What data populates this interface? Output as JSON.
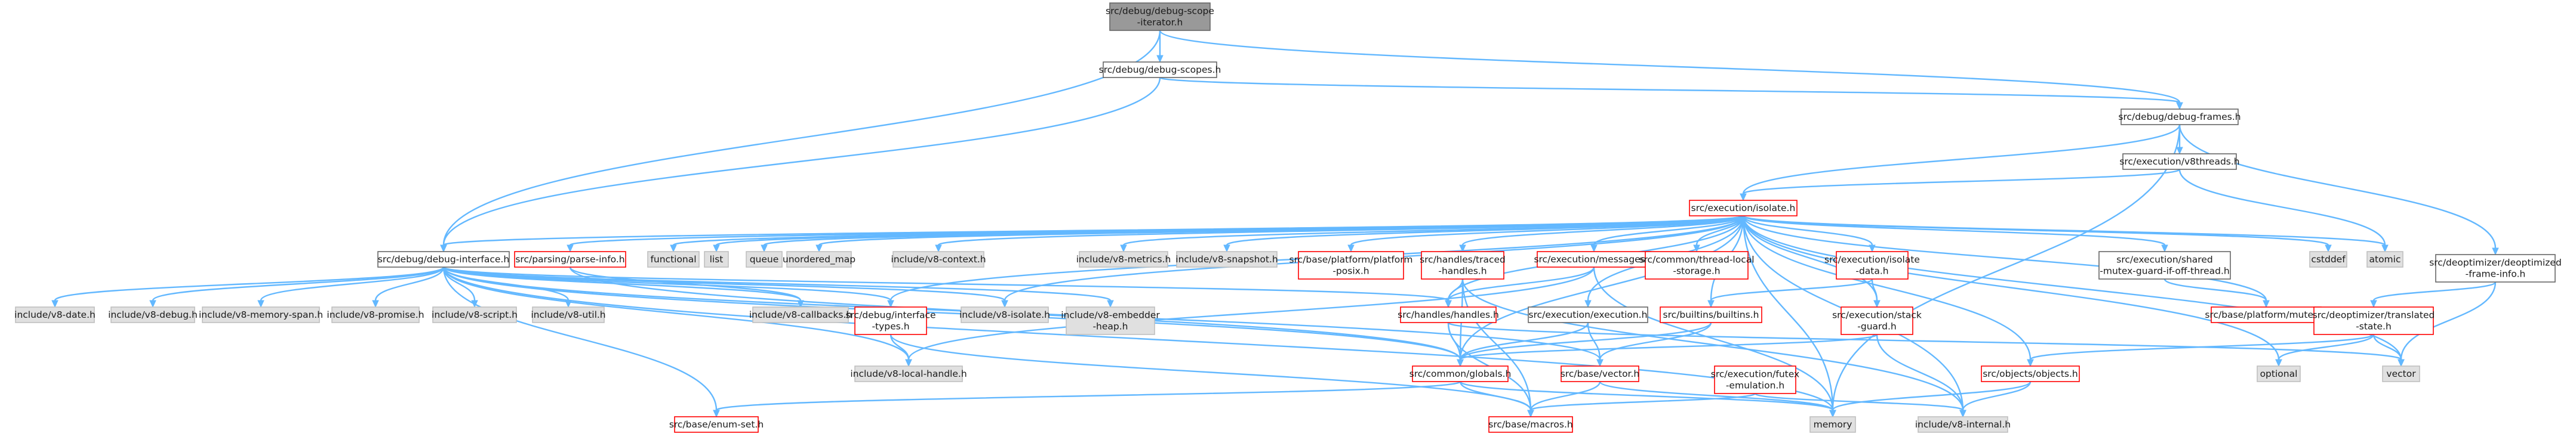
{
  "colors": {
    "edge": "#63b8ff",
    "root_fill": "#999999",
    "root_border": "#666666",
    "plain_border": "#666666",
    "missing_border": "#ff0000",
    "external_fill": "#e0e0e0",
    "external_border": "#bfbfbf",
    "text": "#1a1a1a"
  },
  "nodes": {
    "root": {
      "lines": [
        "src/debug/debug-scope",
        "-iterator.h"
      ],
      "kind": "root"
    },
    "scopes": {
      "lines": [
        "src/debug/debug-scopes.h"
      ],
      "kind": "plain"
    },
    "frames": {
      "lines": [
        "src/debug/debug-frames.h"
      ],
      "kind": "plain"
    },
    "v8threads": {
      "lines": [
        "src/execution/v8threads.h"
      ],
      "kind": "plain"
    },
    "deoptimized": {
      "lines": [
        "src/deoptimizer/deoptimized",
        "-frame-info.h"
      ],
      "kind": "plain"
    },
    "isolate": {
      "lines": [
        "src/execution/isolate.h"
      ],
      "kind": "missing"
    },
    "debugiface": {
      "lines": [
        "src/debug/debug-interface.h"
      ],
      "kind": "plain"
    },
    "parseinfo": {
      "lines": [
        "src/parsing/parse-info.h"
      ],
      "kind": "missing"
    },
    "functional": {
      "lines": [
        "functional"
      ],
      "kind": "external"
    },
    "list": {
      "lines": [
        "list"
      ],
      "kind": "external"
    },
    "queue": {
      "lines": [
        "queue"
      ],
      "kind": "external"
    },
    "unordered_map": {
      "lines": [
        "unordered_map"
      ],
      "kind": "external"
    },
    "v8context": {
      "lines": [
        "include/v8-context.h"
      ],
      "kind": "external"
    },
    "v8metrics": {
      "lines": [
        "include/v8-metrics.h"
      ],
      "kind": "external"
    },
    "v8snapshot": {
      "lines": [
        "include/v8-snapshot.h"
      ],
      "kind": "external"
    },
    "platformposix": {
      "lines": [
        "src/base/platform/platform",
        "-posix.h"
      ],
      "kind": "missing"
    },
    "tracedhandles": {
      "lines": [
        "src/handles/traced",
        "-handles.h"
      ],
      "kind": "missing"
    },
    "messages": {
      "lines": [
        "src/execution/messages.h"
      ],
      "kind": "missing"
    },
    "threadlocal": {
      "lines": [
        "src/common/thread-local",
        "-storage.h"
      ],
      "kind": "missing"
    },
    "isolatedata": {
      "lines": [
        "src/execution/isolate",
        "-data.h"
      ],
      "kind": "missing"
    },
    "sharedmutex": {
      "lines": [
        "src/execution/shared",
        "-mutex-guard-if-off-thread.h"
      ],
      "kind": "plain"
    },
    "cstddef": {
      "lines": [
        "cstddef"
      ],
      "kind": "external"
    },
    "atomic": {
      "lines": [
        "atomic"
      ],
      "kind": "external"
    },
    "v8date": {
      "lines": [
        "include/v8-date.h"
      ],
      "kind": "external"
    },
    "v8debug": {
      "lines": [
        "include/v8-debug.h"
      ],
      "kind": "external"
    },
    "v8memspan": {
      "lines": [
        "include/v8-memory-span.h"
      ],
      "kind": "external"
    },
    "v8promise": {
      "lines": [
        "include/v8-promise.h"
      ],
      "kind": "external"
    },
    "v8script": {
      "lines": [
        "include/v8-script.h"
      ],
      "kind": "external"
    },
    "v8util": {
      "lines": [
        "include/v8-util.h"
      ],
      "kind": "external"
    },
    "v8callbacks": {
      "lines": [
        "include/v8-callbacks.h"
      ],
      "kind": "external"
    },
    "ifacetypes": {
      "lines": [
        "src/debug/interface",
        "-types.h"
      ],
      "kind": "missing"
    },
    "v8isolate": {
      "lines": [
        "include/v8-isolate.h"
      ],
      "kind": "external"
    },
    "embedderheap": {
      "lines": [
        "include/v8-embedder",
        "-heap.h"
      ],
      "kind": "external"
    },
    "handles": {
      "lines": [
        "src/handles/handles.h"
      ],
      "kind": "missing"
    },
    "execution": {
      "lines": [
        "src/execution/execution.h"
      ],
      "kind": "plain"
    },
    "builtins": {
      "lines": [
        "src/builtins/builtins.h"
      ],
      "kind": "missing"
    },
    "stackguard": {
      "lines": [
        "src/execution/stack",
        "-guard.h"
      ],
      "kind": "missing"
    },
    "mutex": {
      "lines": [
        "src/base/platform/mutex.h"
      ],
      "kind": "missing"
    },
    "translated": {
      "lines": [
        "src/deoptimizer/translated",
        "-state.h"
      ],
      "kind": "missing"
    },
    "optional": {
      "lines": [
        "optional"
      ],
      "kind": "external"
    },
    "vector": {
      "lines": [
        "vector"
      ],
      "kind": "external"
    },
    "localhandle": {
      "lines": [
        "include/v8-local-handle.h"
      ],
      "kind": "external"
    },
    "globals": {
      "lines": [
        "src/common/globals.h"
      ],
      "kind": "missing"
    },
    "basevector": {
      "lines": [
        "src/base/vector.h"
      ],
      "kind": "missing"
    },
    "futex": {
      "lines": [
        "src/execution/futex",
        "-emulation.h"
      ],
      "kind": "missing"
    },
    "objects": {
      "lines": [
        "src/objects/objects.h"
      ],
      "kind": "missing"
    },
    "enumset": {
      "lines": [
        "src/base/enum-set.h"
      ],
      "kind": "missing"
    },
    "macros": {
      "lines": [
        "src/base/macros.h"
      ],
      "kind": "missing"
    },
    "memory": {
      "lines": [
        "memory"
      ],
      "kind": "external"
    },
    "v8internal": {
      "lines": [
        "include/v8-internal.h"
      ],
      "kind": "external"
    }
  },
  "edges": [
    [
      "root",
      "scopes"
    ],
    [
      "root",
      "frames"
    ],
    [
      "root",
      "debugiface"
    ],
    [
      "scopes",
      "frames"
    ],
    [
      "scopes",
      "debugiface"
    ],
    [
      "frames",
      "v8threads"
    ],
    [
      "frames",
      "isolate"
    ],
    [
      "frames",
      "deoptimized"
    ],
    [
      "frames",
      "memory"
    ],
    [
      "v8threads",
      "isolate"
    ],
    [
      "v8threads",
      "atomic"
    ],
    [
      "deoptimized",
      "translated"
    ],
    [
      "deoptimized",
      "vector"
    ],
    [
      "isolate",
      "debugiface"
    ],
    [
      "isolate",
      "parseinfo"
    ],
    [
      "isolate",
      "functional"
    ],
    [
      "isolate",
      "list"
    ],
    [
      "isolate",
      "queue"
    ],
    [
      "isolate",
      "unordered_map"
    ],
    [
      "isolate",
      "v8context"
    ],
    [
      "isolate",
      "v8metrics"
    ],
    [
      "isolate",
      "v8snapshot"
    ],
    [
      "isolate",
      "platformposix"
    ],
    [
      "isolate",
      "tracedhandles"
    ],
    [
      "isolate",
      "messages"
    ],
    [
      "isolate",
      "threadlocal"
    ],
    [
      "isolate",
      "isolatedata"
    ],
    [
      "isolate",
      "sharedmutex"
    ],
    [
      "isolate",
      "cstddef"
    ],
    [
      "isolate",
      "atomic"
    ],
    [
      "isolate",
      "v8isolate"
    ],
    [
      "isolate",
      "ifacetypes"
    ],
    [
      "isolate",
      "handles"
    ],
    [
      "isolate",
      "execution"
    ],
    [
      "isolate",
      "builtins"
    ],
    [
      "isolate",
      "stackguard"
    ],
    [
      "isolate",
      "mutex"
    ],
    [
      "isolate",
      "globals"
    ],
    [
      "isolate",
      "objects"
    ],
    [
      "isolate",
      "optional"
    ],
    [
      "isolate",
      "vector"
    ],
    [
      "isolate",
      "memory"
    ],
    [
      "isolate",
      "v8internal"
    ],
    [
      "debugiface",
      "v8date"
    ],
    [
      "debugiface",
      "v8debug"
    ],
    [
      "debugiface",
      "v8memspan"
    ],
    [
      "debugiface",
      "v8promise"
    ],
    [
      "debugiface",
      "v8script"
    ],
    [
      "debugiface",
      "v8util"
    ],
    [
      "debugiface",
      "v8callbacks"
    ],
    [
      "debugiface",
      "ifacetypes"
    ],
    [
      "debugiface",
      "v8isolate"
    ],
    [
      "debugiface",
      "embedderheap"
    ],
    [
      "debugiface",
      "handles"
    ],
    [
      "debugiface",
      "localhandle"
    ],
    [
      "debugiface",
      "globals"
    ],
    [
      "debugiface",
      "basevector"
    ],
    [
      "debugiface",
      "enumset"
    ],
    [
      "debugiface",
      "memory"
    ],
    [
      "parseinfo",
      "v8callbacks"
    ],
    [
      "parseinfo",
      "globals"
    ],
    [
      "tracedhandles",
      "handles"
    ],
    [
      "tracedhandles",
      "globals"
    ],
    [
      "tracedhandles",
      "macros"
    ],
    [
      "tracedhandles",
      "v8internal"
    ],
    [
      "messages",
      "handles"
    ],
    [
      "messages",
      "memory"
    ],
    [
      "messages",
      "localhandle"
    ],
    [
      "isolatedata",
      "stackguard"
    ],
    [
      "isolatedata",
      "builtins"
    ],
    [
      "sharedmutex",
      "mutex"
    ],
    [
      "ifacetypes",
      "localhandle"
    ],
    [
      "ifacetypes",
      "macros"
    ],
    [
      "handles",
      "globals"
    ],
    [
      "handles",
      "macros"
    ],
    [
      "handles",
      "vector"
    ],
    [
      "execution",
      "basevector"
    ],
    [
      "execution",
      "globals"
    ],
    [
      "builtins",
      "globals"
    ],
    [
      "builtins",
      "basevector"
    ],
    [
      "stackguard",
      "globals"
    ],
    [
      "stackguard",
      "v8internal"
    ],
    [
      "translated",
      "objects"
    ],
    [
      "translated",
      "optional"
    ],
    [
      "translated",
      "vector"
    ],
    [
      "globals",
      "macros"
    ],
    [
      "globals",
      "enumset"
    ],
    [
      "globals",
      "memory"
    ],
    [
      "basevector",
      "macros"
    ],
    [
      "basevector",
      "memory"
    ],
    [
      "futex",
      "macros"
    ],
    [
      "futex",
      "v8internal"
    ],
    [
      "objects",
      "memory"
    ],
    [
      "objects",
      "v8internal"
    ]
  ]
}
